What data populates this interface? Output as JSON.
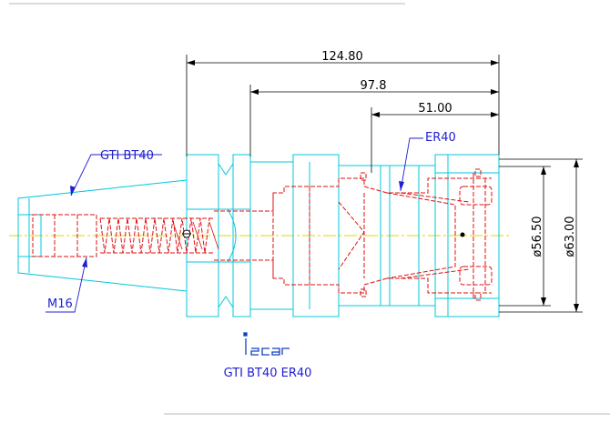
{
  "dimensions": {
    "overall_length": "124.80",
    "gauge_length": "97.8",
    "collet_length": "51.00",
    "diameter_inner": "ø56.50",
    "diameter_outer": "ø63.00"
  },
  "callouts": {
    "taper": "GTI BT40",
    "collet": "ER40",
    "thread": "M16"
  },
  "logo": {
    "brand": "iscar"
  },
  "caption": "GTI BT40 ER40",
  "colors": {
    "outline": "#00c8dc",
    "hidden": "#e01010",
    "dimension": "#000000",
    "callout": "#2020d0",
    "centerline": "#d8d800",
    "logo": "#1040c0"
  }
}
